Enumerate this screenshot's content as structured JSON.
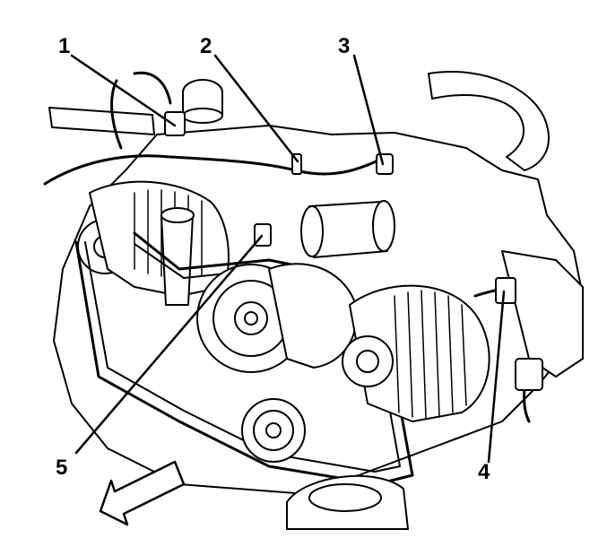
{
  "callouts": [
    {
      "id": "1",
      "label": "1"
    },
    {
      "id": "2",
      "label": "2"
    },
    {
      "id": "3",
      "label": "3"
    },
    {
      "id": "4",
      "label": "4"
    },
    {
      "id": "5",
      "label": "5"
    }
  ],
  "colors": {
    "line": "#000000",
    "fill": "#ffffff",
    "shade": "#e6e6e6"
  }
}
